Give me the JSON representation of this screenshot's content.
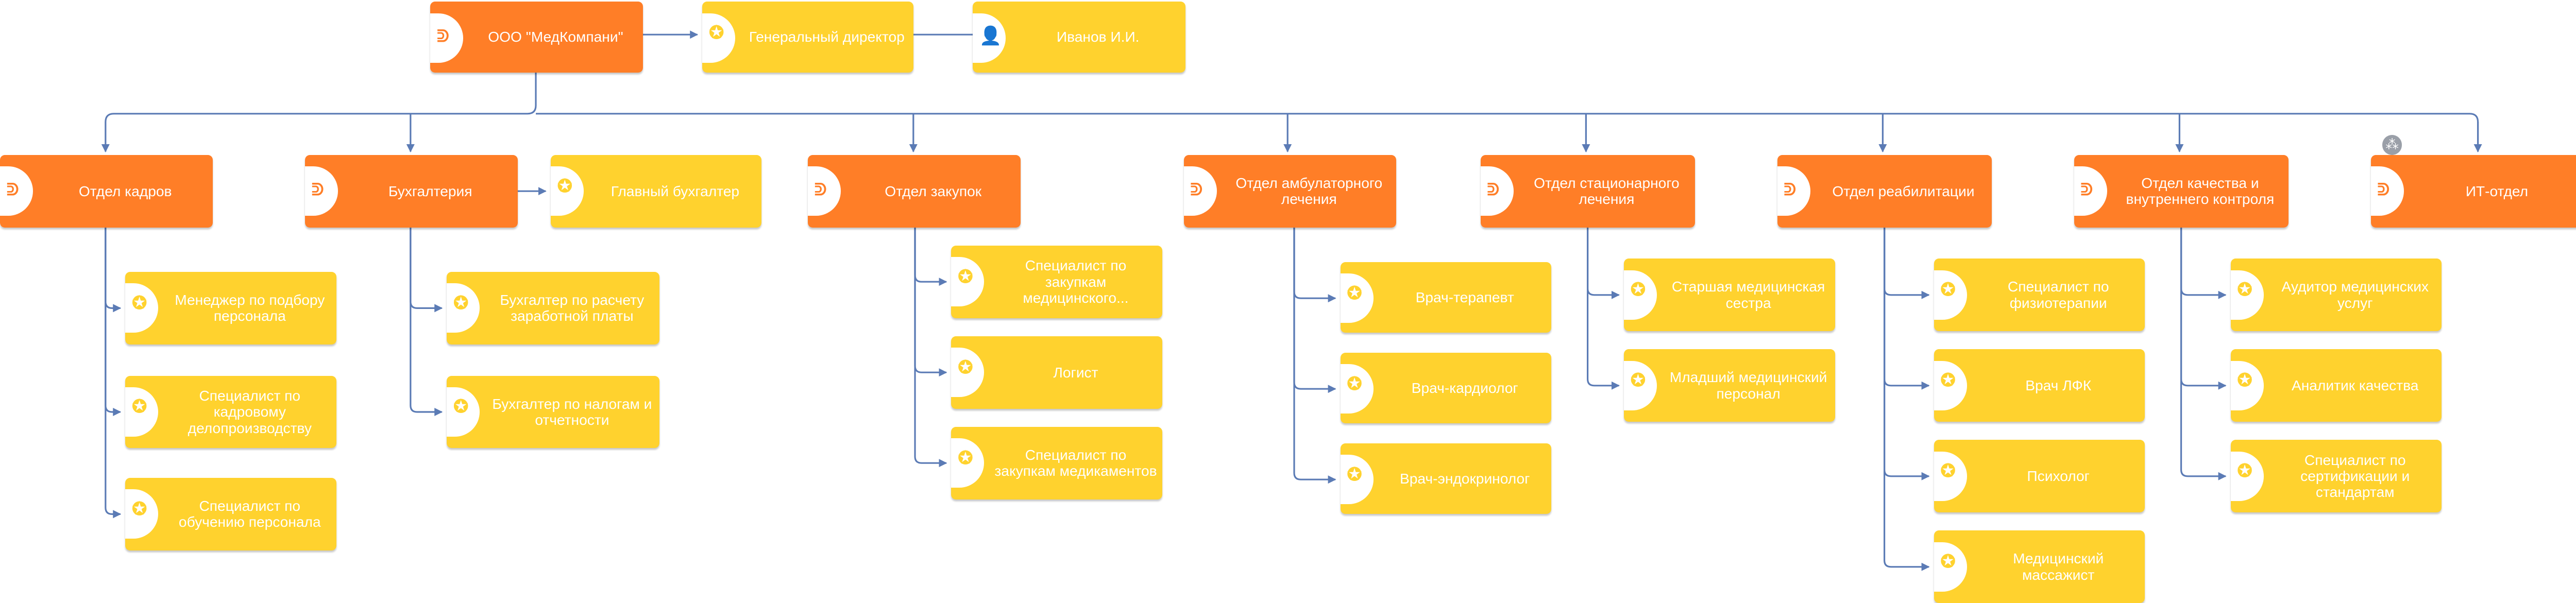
{
  "org": {
    "company": "ООО \"МедКомпани\"",
    "director_title": "Генеральный директор",
    "director_name": "Иванов И.И."
  },
  "departments": [
    {
      "title": "Отдел кадров",
      "roles": [
        "Менеджер по подбору персонала",
        "Специалист по кадровому делопроизводству",
        "Специалист по обучению персонала"
      ]
    },
    {
      "title": "Бухгалтерия",
      "head": "Главный бухгалтер",
      "roles": [
        "Бухгалтер по расчету заработной платы",
        "Бухгалтер по налогам и отчетности"
      ]
    },
    {
      "title": "Отдел закупок",
      "roles": [
        "Специалист по закупкам медицинского...",
        "Логист",
        "Специалист по закупкам медикаментов"
      ]
    },
    {
      "title": "Отдел амбулаторного лечения",
      "roles": [
        "Врач-терапевт",
        "Врач-кардиолог",
        "Врач-эндокринолог"
      ]
    },
    {
      "title": "Отдел стационарного лечения",
      "roles": [
        "Старшая медицинская сестра",
        "Младший медицинский персонал"
      ]
    },
    {
      "title": "Отдел реабилитации",
      "roles": [
        "Специалист по физиотерапии",
        "Врач ЛФК",
        "Психолог",
        "Медицинский массажист"
      ]
    },
    {
      "title": "Отдел качества и внутреннего контроля",
      "roles": [
        "Аудитор медицинских услуг",
        "Аналитик качества",
        "Специалист по сертификации и стандартам"
      ]
    },
    {
      "title": "ИТ-отдел",
      "roles": []
    }
  ],
  "icons": {
    "company": "company-logo-icon",
    "department": "company-logo-icon",
    "position": "medal-icon",
    "person": "person-icon",
    "expand": "org-structure-icon"
  },
  "colors": {
    "department": "#ff7e27",
    "position": "#ffd22e",
    "connector": "#5b7bb5"
  }
}
